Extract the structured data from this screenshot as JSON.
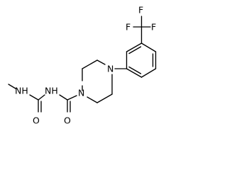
{
  "molecule": {
    "atoms": {
      "f_top": "F",
      "f_left": "F",
      "f_right": "F",
      "nh_methyl": "NH",
      "nh_linker": "NH",
      "n_carbonyl": "N",
      "n_aryl": "N",
      "o_urea": "O",
      "o_amide": "O"
    }
  }
}
